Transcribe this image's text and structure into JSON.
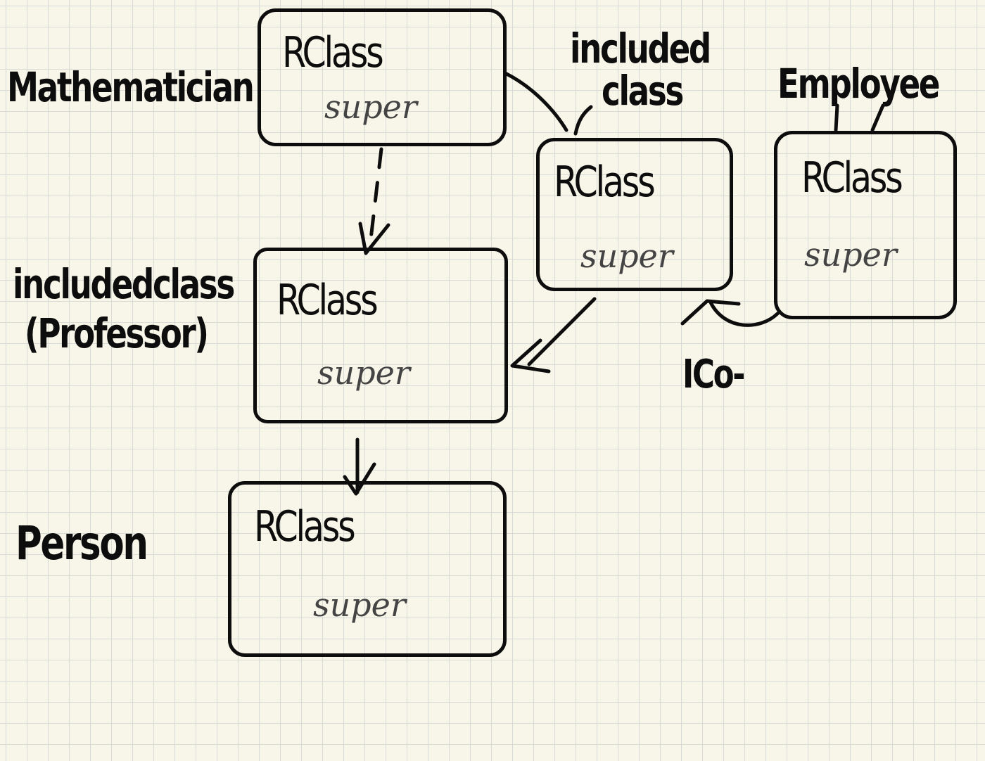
{
  "labels": {
    "mathematician": "Mathematician",
    "included_class_top_line1": "included",
    "included_class_top_line2": "class",
    "employee": "Employee",
    "included_class_left_line1": "includedclass",
    "included_class_left_line2": "(Professor)",
    "person": "Person",
    "annotation": "ICo-"
  },
  "boxes": [
    {
      "id": "mathematician-box",
      "title": "RClass",
      "field": "super"
    },
    {
      "id": "included-class-top-box",
      "title": "RClass",
      "field": "super"
    },
    {
      "id": "employee-box",
      "title": "RClass",
      "field": "super"
    },
    {
      "id": "professor-box",
      "title": "RClass",
      "field": "super"
    },
    {
      "id": "person-box",
      "title": "RClass",
      "field": "super"
    }
  ]
}
